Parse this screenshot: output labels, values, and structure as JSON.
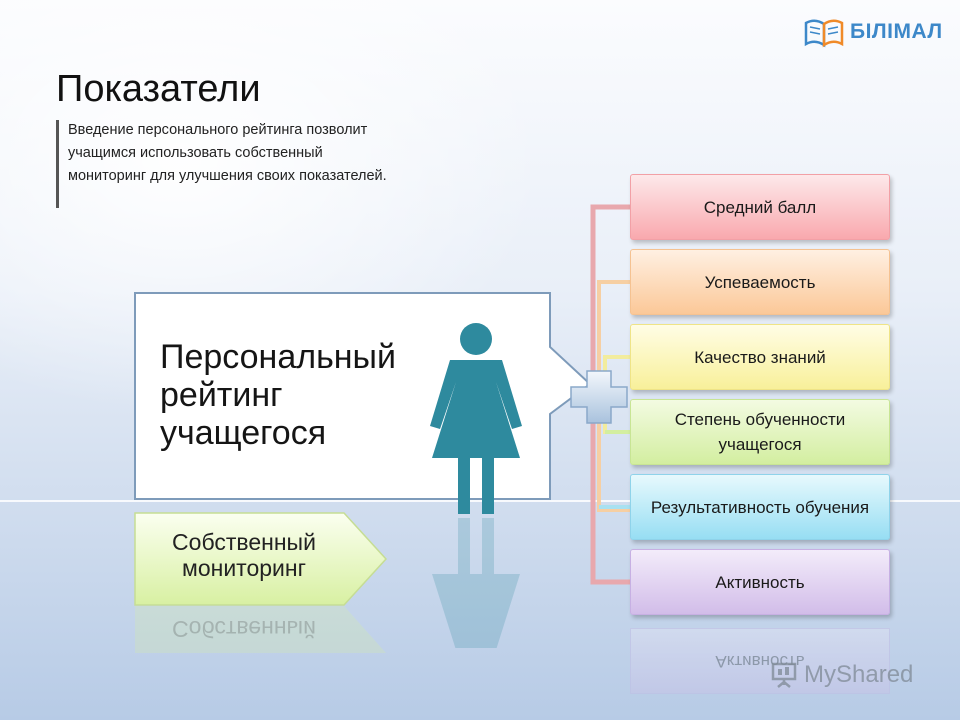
{
  "logo": {
    "text": "БІЛІМАЛ",
    "color": "#3d88c9"
  },
  "slide": {
    "title": "Показатели",
    "subtitle": "Введение персонального рейтинга позволит учащимся использовать собственный мониторинг для улучшения своих показателей."
  },
  "callout": {
    "text": "Персональный рейтинг учащегося",
    "icon": "person-female-icon",
    "icon_color": "#2e8a9e"
  },
  "monitoring": {
    "text": "Собственный мониторинг",
    "color": "#e3f5b8"
  },
  "indicators": [
    {
      "label": "Средний балл",
      "color": "#f9a9ae"
    },
    {
      "label": "Успеваемость",
      "color": "#fbc898"
    },
    {
      "label": "Качество знаний",
      "color": "#f8f09a"
    },
    {
      "label": "Степень обученности учащегося",
      "color": "#d3eea0"
    },
    {
      "label": "Результативность обучения",
      "color": "#97def3"
    },
    {
      "label": "Активность",
      "color": "#d2bde9"
    }
  ],
  "watermark": {
    "text": "MyShared"
  }
}
